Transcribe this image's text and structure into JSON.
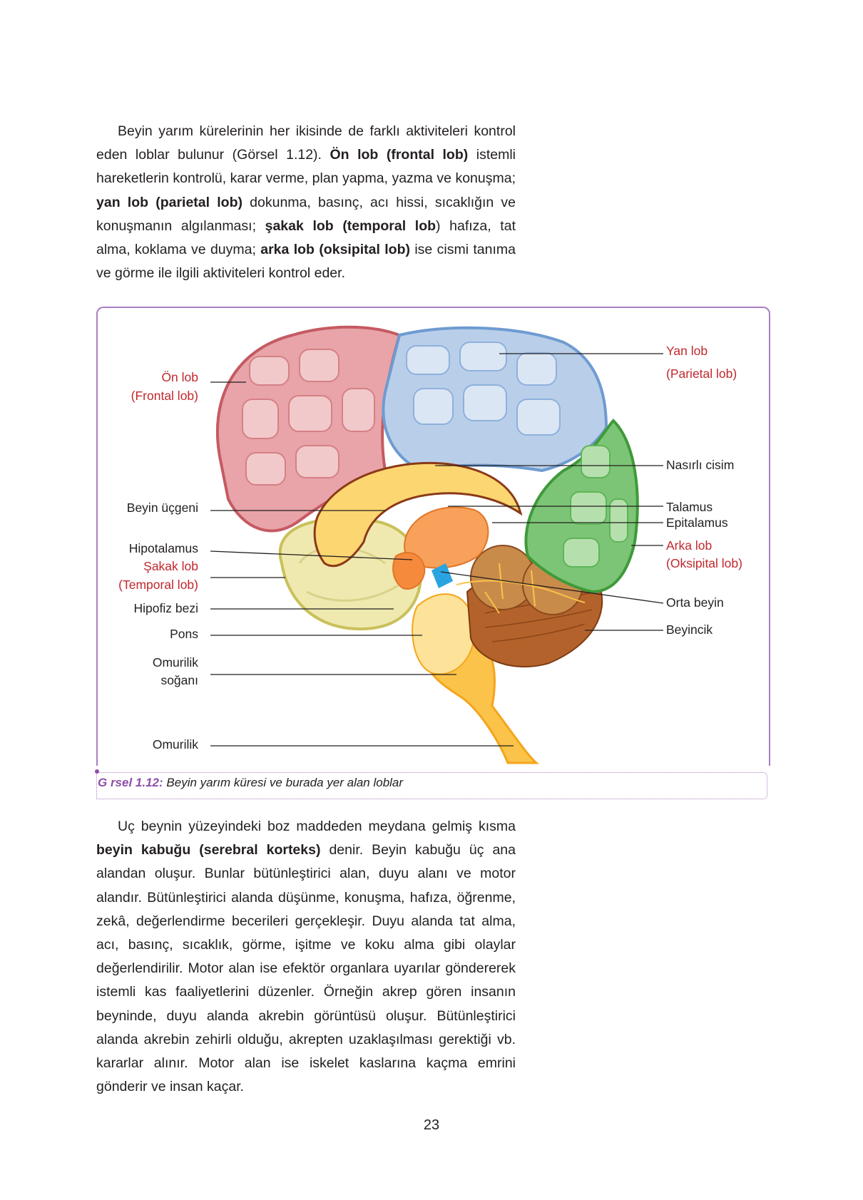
{
  "paragraph1": {
    "s1": "Beyin yarım kürelerinin her ikisinde de farklı aktiviteleri kontrol eden loblar bulunur (Görsel 1.12). ",
    "b1": "Ön lob (frontal lob)",
    "s2": " istemli hareketlerin kontrolü, karar verme, plan yapma, yazma ve konuşma; ",
    "b2": "yan lob (parietal lob)",
    "s3": " dokunma, basınç, acı hissi, sıcaklığın ve konuşmanın algılanması; ",
    "b3": "şakak lob (temporal lob",
    "s4": ") hafıza, tat alma, koklama ve duyma; ",
    "b4": "arka lob (oksipital lob)",
    "s5": " ise cismi tanıma ve görme ile ilgili aktiviteleri kontrol eder."
  },
  "figure": {
    "labels": {
      "on_lob": "Ön lob",
      "frontal_lob": "(Frontal lob)",
      "beyin_ucgeni": "Beyin üçgeni",
      "hipotalamus": "Hipotalamus",
      "sakak_lob": "Şakak lob",
      "temporal_lob": "(Temporal lob)",
      "hipofiz_bezi": "Hipofiz bezi",
      "pons": "Pons",
      "omurilik_soganı_1": "Omurilik",
      "omurilik_soganı_2": "soğanı",
      "omurilik": "Omurilik",
      "yan_lob": "Yan lob",
      "parietal_lob": "(Parietal lob)",
      "nasirli_cisim": "Nasırlı cisim",
      "talamus": "Talamus",
      "epitalamus": "Epitalamus",
      "arka_lob": "Arka lob",
      "oksipital_lob": "(Oksipital lob)",
      "orta_beyin": "Orta beyin",
      "beyincik": "Beyincik"
    },
    "colors": {
      "frontal": "#e8a4a8",
      "parietal": "#b9cfe9",
      "occipital": "#7cc576",
      "temporal": "#efe9b0",
      "deep": "#fbc34a",
      "cerebellum": "#b4622b",
      "lobe_label": "#c1272d",
      "frame": "#a77fc0"
    }
  },
  "caption": {
    "number": "G rsel 1.12:",
    "text": " Beyin yarım küresi ve burada yer alan loblar"
  },
  "paragraph2": {
    "s1": "Uç beynin yüzeyindeki boz maddeden meydana gelmiş kısma ",
    "b1": "beyin kabuğu (serebral korteks)",
    "s2": " denir. Beyin kabuğu üç ana alandan oluşur. Bunlar bütünleştirici alan, duyu alanı ve motor alandır. Bütünleştirici alanda düşünme, konuşma, hafıza, öğrenme, zekâ, değerlendirme becerileri gerçekleşir. Duyu alanda tat alma, acı, basınç, sıcaklık, görme, işitme ve koku alma gibi olaylar değerlendirilir. Motor alan ise efektör organlara uyarılar göndererek istemli kas faaliyetlerini düzenler. Örneğin akrep gören insanın beyninde, duyu alanda akrebin görüntüsü oluşur. Bütünleştirici alanda akrebin zehirli olduğu, akrepten uzaklaşılması gerektiği vb. kararlar alınır. Motor alan ise iskelet kaslarına kaçma emrini gönderir ve insan kaçar."
  },
  "page_number": "23"
}
